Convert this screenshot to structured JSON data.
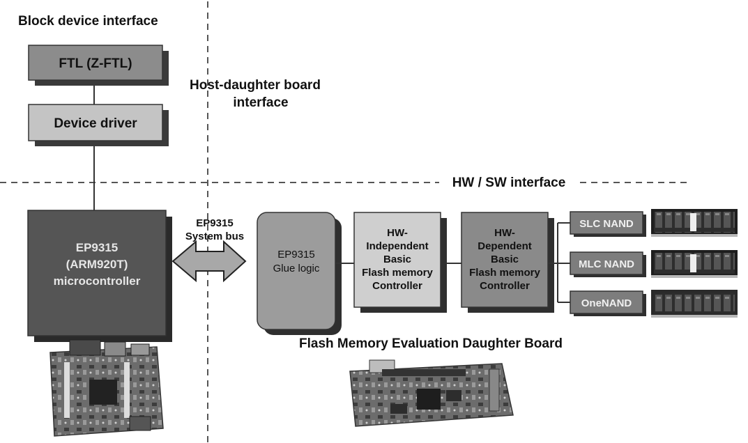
{
  "labels": {
    "block_device_interface": "Block device interface",
    "host_daughter_1": "Host-daughter board",
    "host_daughter_2": "interface",
    "hw_sw_interface": "HW / SW interface",
    "system_bus_1": "EP9315",
    "system_bus_2": "System bus",
    "daughter_board_title": "Flash Memory Evaluation Daughter Board"
  },
  "boxes": {
    "ftl": "FTL (Z-FTL)",
    "device_driver": "Device driver",
    "microcontroller": [
      "EP9315",
      "(ARM920T)",
      "microcontroller"
    ],
    "glue_logic": [
      "EP9315",
      "Glue logic"
    ],
    "hw_independent": [
      "HW-",
      "Independent",
      "Basic",
      "Flash memory",
      "Controller"
    ],
    "hw_dependent": [
      "HW-",
      "Dependent",
      "Basic",
      "Flash memory",
      "Controller"
    ],
    "nand": [
      "SLC NAND",
      "MLC NAND",
      "OneNAND"
    ]
  },
  "colors": {
    "ftl_fill": "#8c8c8c",
    "driver_fill": "#c4c4c4",
    "mcu_fill": "#555555",
    "glue_fill": "#9c9c9c",
    "indep_fill": "#cfcfcf",
    "dep_fill": "#8a8a8a",
    "nand_fill": "#7d7d7d",
    "shadow": "#3a3a3a"
  },
  "photos": [
    "arm-dev-board-photo",
    "daughter-board-photo",
    "slc-nand-module-photo",
    "mlc-nand-module-photo",
    "onenand-module-photo"
  ]
}
